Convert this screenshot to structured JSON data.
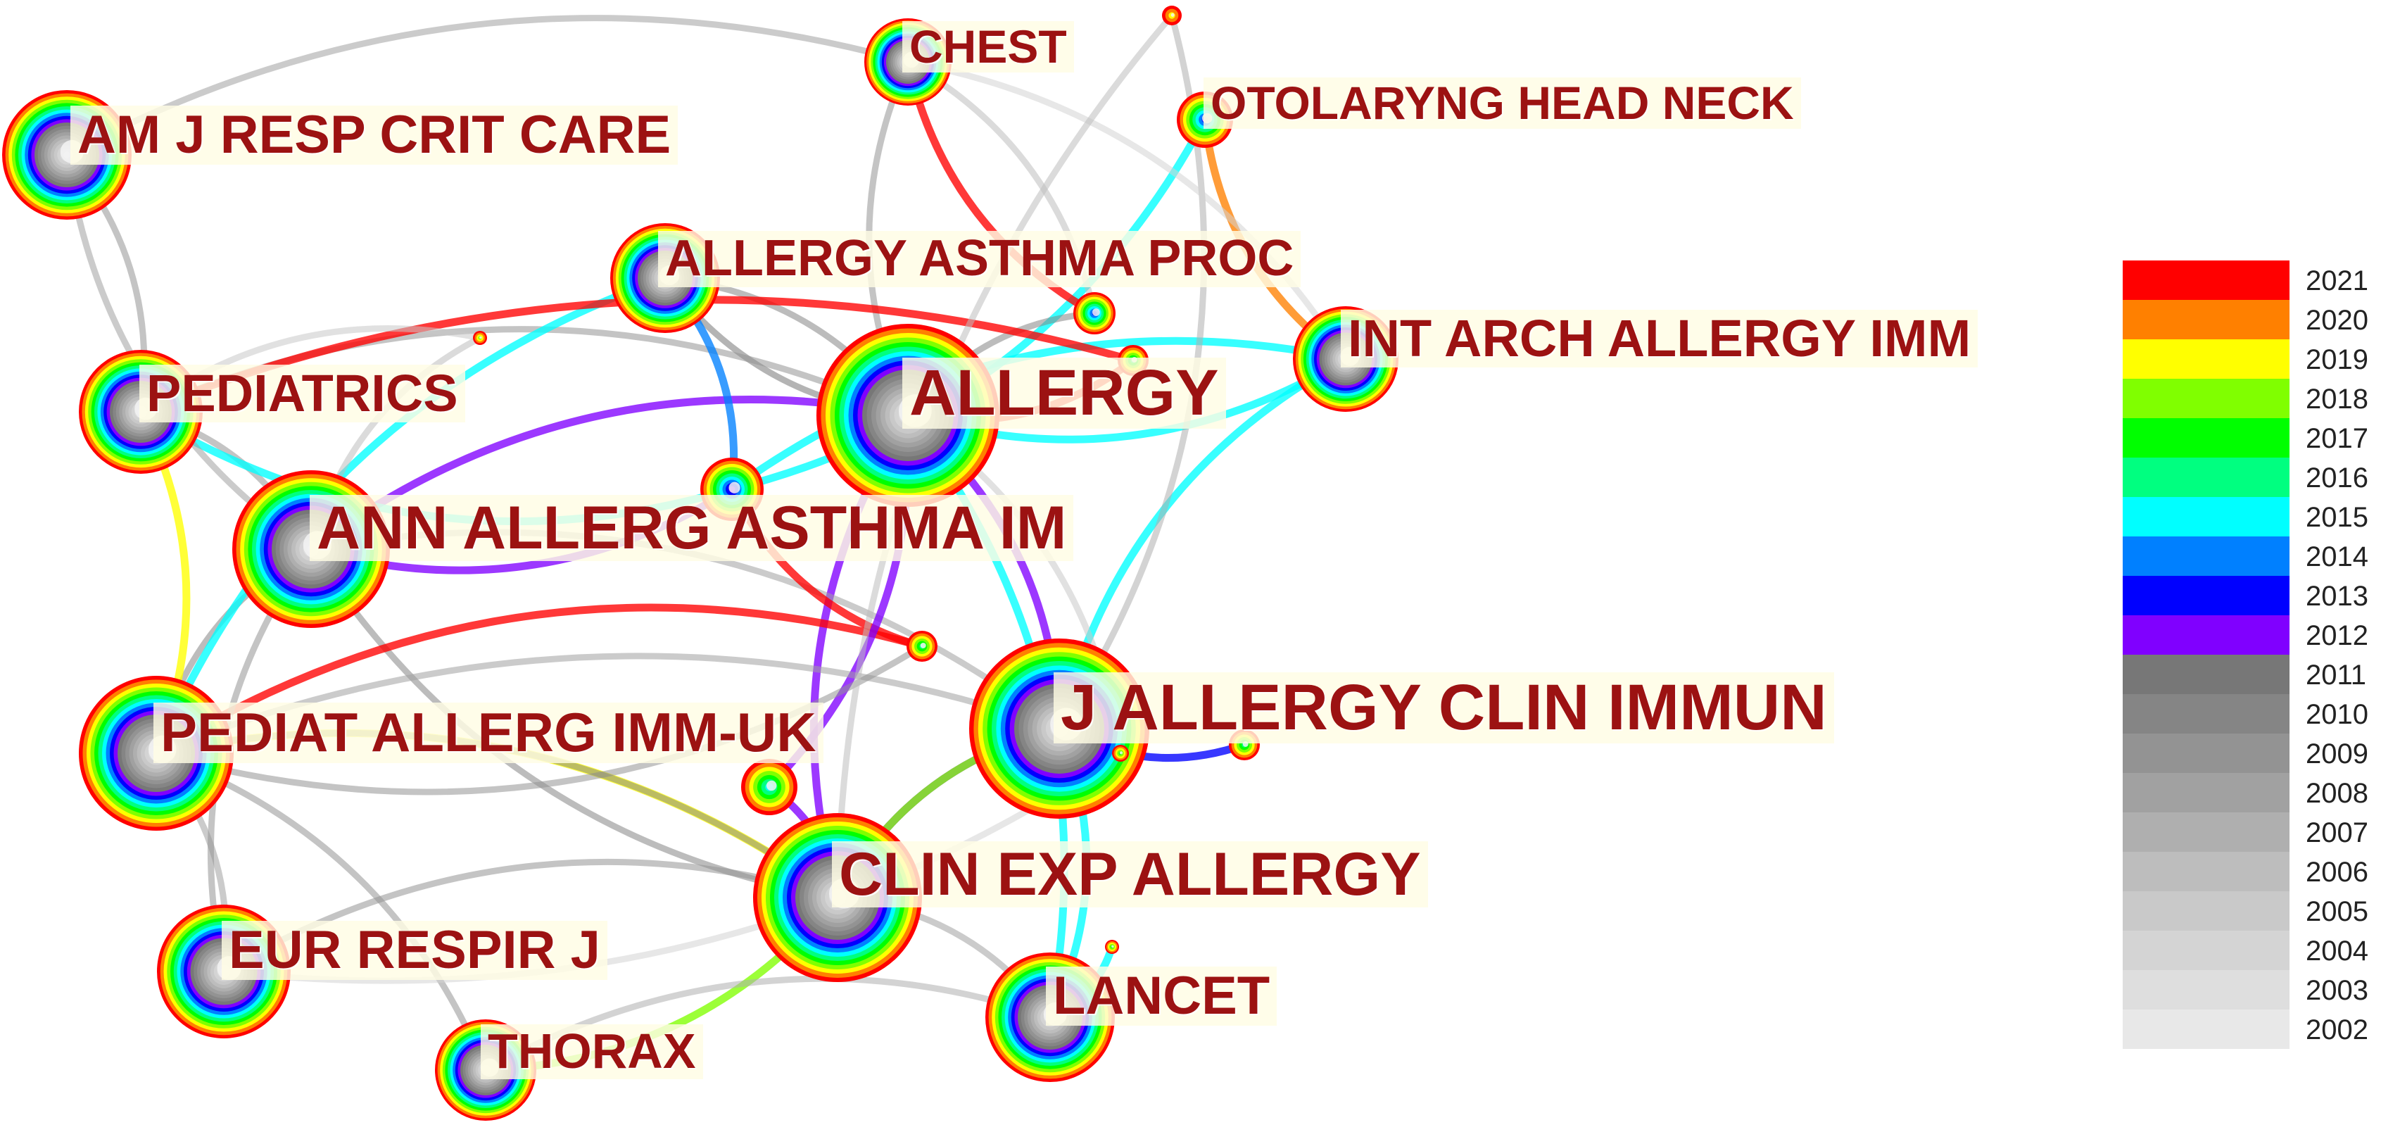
{
  "diagram": {
    "type": "co-citation network (journals)",
    "nodes": [
      {
        "id": "am-j-resp-crit-care",
        "label": "AM J RESP CRIT CARE",
        "rings": 13,
        "inner": 2002
      },
      {
        "id": "chest",
        "label": "CHEST",
        "rings": 10,
        "inner": 2002
      },
      {
        "id": "otolaryng-head-neck",
        "label": "OTOLARYNG HEAD NECK",
        "rings": 6,
        "inner": 2013
      },
      {
        "id": "allergy-asthma-proc",
        "label": "ALLERGY ASTHMA PROC",
        "rings": 10,
        "inner": 2002
      },
      {
        "id": "pediatrics",
        "label": "PEDIATRICS",
        "rings": 12,
        "inner": 2002
      },
      {
        "id": "allergy",
        "label": "ALLERGY",
        "rings": 16,
        "inner": 2002
      },
      {
        "id": "int-arch-allergy-imm",
        "label": "INT ARCH ALLERGY IMM",
        "rings": 10,
        "inner": 2002
      },
      {
        "id": "ann-allerg-asthma-im",
        "label": "ANN ALLERG ASTHMA IM",
        "rings": 14,
        "inner": 2002
      },
      {
        "id": "pediat-allerg-imm-uk",
        "label": "PEDIAT ALLERG IMM-UK",
        "rings": 13,
        "inner": 2002
      },
      {
        "id": "j-allergy-clin-immun",
        "label": "J ALLERGY CLIN IMMUN",
        "rings": 16,
        "inner": 2002
      },
      {
        "id": "clin-exp-allergy",
        "label": "CLIN EXP ALLERGY",
        "rings": 16,
        "inner": 2002
      },
      {
        "id": "eur-respir-j",
        "label": "EUR RESPIR J",
        "rings": 12,
        "inner": 2002
      },
      {
        "id": "lancet",
        "label": "LANCET",
        "rings": 12,
        "inner": 2002
      },
      {
        "id": "thorax",
        "label": "THORAX",
        "rings": 10,
        "inner": 2002
      },
      {
        "id": "u1",
        "label": "",
        "rings": 7,
        "inner": 2012
      },
      {
        "id": "u2",
        "label": "",
        "rings": 6,
        "inner": 2013
      },
      {
        "id": "u3",
        "label": "",
        "rings": 4,
        "inner": 2016
      },
      {
        "id": "u4",
        "label": "",
        "rings": 5,
        "inner": 2015
      },
      {
        "id": "u5",
        "label": "",
        "rings": 4,
        "inner": 2016
      },
      {
        "id": "u6",
        "label": "",
        "rings": 3,
        "inner": 2017
      },
      {
        "id": "u7",
        "label": "",
        "rings": 3,
        "inner": 2016
      },
      {
        "id": "u8",
        "label": "",
        "rings": 2,
        "inner": 2018
      },
      {
        "id": "u9",
        "label": "",
        "rings": 2,
        "inner": 2019
      },
      {
        "id": "u10",
        "label": "",
        "rings": 2,
        "inner": 2017
      }
    ],
    "edges": [
      {
        "from": "allergy",
        "to": "int-arch-allergy-imm",
        "year": 2015
      },
      {
        "from": "allergy",
        "to": "allergy-asthma-proc",
        "year": 2011
      },
      {
        "from": "allergy",
        "to": "ann-allerg-asthma-im",
        "year": 2012
      },
      {
        "from": "allergy",
        "to": "j-allergy-clin-immun",
        "year": 2012
      },
      {
        "from": "allergy",
        "to": "pediatrics",
        "year": 2009
      },
      {
        "from": "allergy",
        "to": "lancet",
        "year": 2015
      },
      {
        "from": "allergy",
        "to": "clin-exp-allergy",
        "year": 2012
      },
      {
        "from": "u1",
        "to": "int-arch-allergy-imm",
        "year": 2015
      },
      {
        "from": "u1",
        "to": "otolaryng-head-neck",
        "year": 2015
      },
      {
        "from": "u1",
        "to": "ann-allerg-asthma-im",
        "year": 2012
      },
      {
        "from": "ann-allerg-asthma-im",
        "to": "pediat-allerg-imm-uk",
        "year": 2010
      },
      {
        "from": "ann-allerg-asthma-im",
        "to": "j-allergy-clin-immun",
        "year": 2008
      },
      {
        "from": "ann-allerg-asthma-im",
        "to": "clin-exp-allergy",
        "year": 2010
      },
      {
        "from": "pediatrics",
        "to": "pediat-allerg-imm-uk",
        "year": 2019
      },
      {
        "from": "pediatrics",
        "to": "am-j-resp-crit-care",
        "year": 2009
      },
      {
        "from": "pediatrics",
        "to": "ann-allerg-asthma-im",
        "year": 2009
      },
      {
        "from": "pediatrics",
        "to": "u1",
        "year": 2015
      },
      {
        "from": "am-j-resp-crit-care",
        "to": "chest",
        "year": 2008
      },
      {
        "from": "am-j-resp-crit-care",
        "to": "ann-allerg-asthma-im",
        "year": 2008
      },
      {
        "from": "allergy-asthma-proc",
        "to": "u1",
        "year": 2014
      },
      {
        "from": "allergy-asthma-proc",
        "to": "pediat-allerg-imm-uk",
        "year": 2015
      },
      {
        "from": "allergy-asthma-proc",
        "to": "allergy",
        "year": 2010
      },
      {
        "from": "chest",
        "to": "allergy",
        "year": 2009
      },
      {
        "from": "chest",
        "to": "u2",
        "year": 2006
      },
      {
        "from": "otolaryng-head-neck",
        "to": "int-arch-allergy-imm",
        "year": 2020
      },
      {
        "from": "u2",
        "to": "chest",
        "year": 2021
      },
      {
        "from": "u2",
        "to": "allergy",
        "year": 2010
      },
      {
        "from": "u3",
        "to": "allergy",
        "year": 2021
      },
      {
        "from": "u3",
        "to": "pediatrics",
        "year": 2021
      },
      {
        "from": "u5",
        "to": "u1",
        "year": 2021
      },
      {
        "from": "u5",
        "to": "pediat-allerg-imm-uk",
        "year": 2021
      },
      {
        "from": "u4",
        "to": "clin-exp-allergy",
        "year": 2012
      },
      {
        "from": "u4",
        "to": "allergy",
        "year": 2012
      },
      {
        "from": "j-allergy-clin-immun",
        "to": "int-arch-allergy-imm",
        "year": 2015
      },
      {
        "from": "j-allergy-clin-immun",
        "to": "clin-exp-allergy",
        "year": 2012
      },
      {
        "from": "j-allergy-clin-immun",
        "to": "lancet",
        "year": 2015
      },
      {
        "from": "j-allergy-clin-immun",
        "to": "pediat-allerg-imm-uk",
        "year": 2008
      },
      {
        "from": "clin-exp-allergy",
        "to": "thorax",
        "year": 2018
      },
      {
        "from": "clin-exp-allergy",
        "to": "pediat-allerg-imm-uk",
        "year": 2019
      },
      {
        "from": "clin-exp-allergy",
        "to": "lancet",
        "year": 2008
      },
      {
        "from": "clin-exp-allergy",
        "to": "eur-respir-j",
        "year": 2009
      },
      {
        "from": "clin-exp-allergy",
        "to": "j-allergy-clin-immun",
        "year": 2018
      },
      {
        "from": "eur-respir-j",
        "to": "pediat-allerg-imm-uk",
        "year": 2008
      },
      {
        "from": "eur-respir-j",
        "to": "ann-allerg-asthma-im",
        "year": 2009
      },
      {
        "from": "thorax",
        "to": "pediat-allerg-imm-uk",
        "year": 2009
      },
      {
        "from": "thorax",
        "to": "lancet",
        "year": 2007
      },
      {
        "from": "lancet",
        "to": "u6",
        "year": 2015
      },
      {
        "from": "u7",
        "to": "j-allergy-clin-immun",
        "year": 2013
      },
      {
        "from": "pediat-allerg-imm-uk",
        "to": "u5",
        "year": 2009
      },
      {
        "from": "pediat-allerg-imm-uk",
        "to": "clin-exp-allergy",
        "year": 2010
      },
      {
        "from": "u8",
        "to": "ann-allerg-asthma-im",
        "year": 2006
      },
      {
        "from": "u9",
        "to": "j-allergy-clin-immun",
        "year": 2007
      },
      {
        "from": "u10",
        "to": "allergy",
        "year": 2005
      },
      {
        "from": "chest",
        "to": "int-arch-allergy-imm",
        "year": 2004
      },
      {
        "from": "u8",
        "to": "pediatrics",
        "year": 2005
      },
      {
        "from": "clin-exp-allergy",
        "to": "u9",
        "year": 2006
      },
      {
        "from": "eur-respir-j",
        "to": "u10",
        "year": 2004
      }
    ]
  },
  "legend": {
    "items": [
      {
        "year": "2021",
        "color": "#ff0000"
      },
      {
        "year": "2020",
        "color": "#ff8000"
      },
      {
        "year": "2019",
        "color": "#ffff00"
      },
      {
        "year": "2018",
        "color": "#80ff00"
      },
      {
        "year": "2017",
        "color": "#00ff00"
      },
      {
        "year": "2016",
        "color": "#00ff80"
      },
      {
        "year": "2015",
        "color": "#00ffff"
      },
      {
        "year": "2014",
        "color": "#0080ff"
      },
      {
        "year": "2013",
        "color": "#0000ff"
      },
      {
        "year": "2012",
        "color": "#8000ff"
      },
      {
        "year": "2011",
        "color": "#777777"
      },
      {
        "year": "2010",
        "color": "#858585"
      },
      {
        "year": "2009",
        "color": "#939393"
      },
      {
        "year": "2008",
        "color": "#a1a1a1"
      },
      {
        "year": "2007",
        "color": "#afafaf"
      },
      {
        "year": "2006",
        "color": "#bdbdbd"
      },
      {
        "year": "2005",
        "color": "#c9c9c9"
      },
      {
        "year": "2004",
        "color": "#d4d4d4"
      },
      {
        "year": "2003",
        "color": "#dedede"
      },
      {
        "year": "2002",
        "color": "#e8e8e8"
      }
    ]
  }
}
